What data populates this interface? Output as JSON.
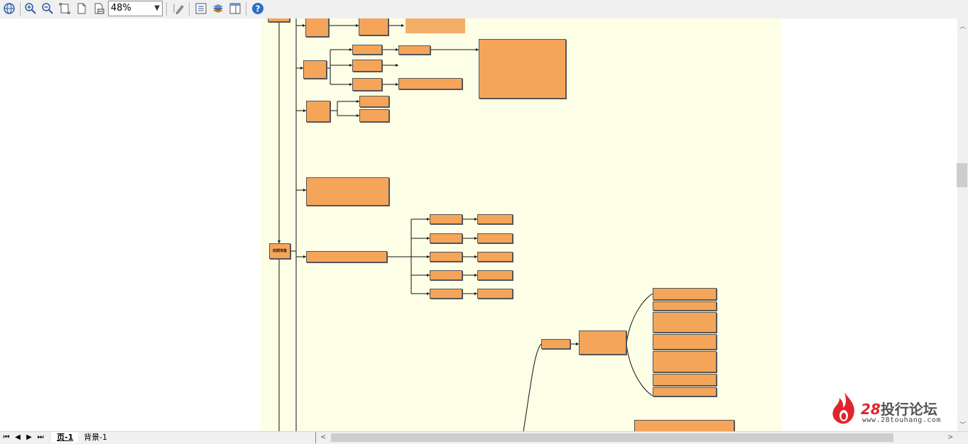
{
  "toolbar": {
    "zoom_value": "48%",
    "buttons": [
      "globe-icon",
      "zoom-in-icon",
      "zoom-out-icon",
      "fit-page-icon",
      "page-icon",
      "actual-size-icon",
      "pen-icon",
      "list-icon",
      "layers-icon",
      "panel-icon",
      "help-icon"
    ]
  },
  "diagram": {
    "center_node": "前期准备"
  },
  "tabs": {
    "page1": "页-1",
    "background1": "背景-1"
  },
  "watermark": {
    "brand_number": "28",
    "brand_text": "投行论坛",
    "url": "www.28touhang.com"
  },
  "colors": {
    "node_fill": "#f4a55a",
    "page_bg": "#fdfee6",
    "accent": "#e0242e"
  }
}
